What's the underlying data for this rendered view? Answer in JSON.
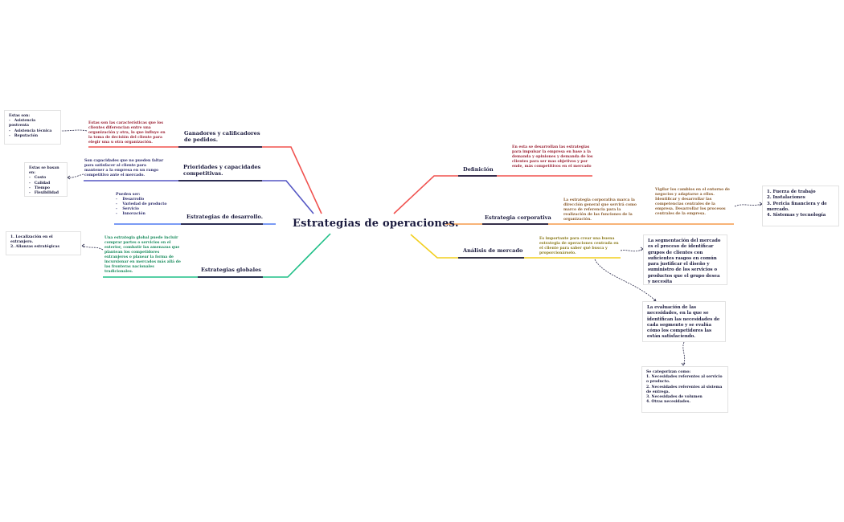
{
  "central_topic": "Estrategias de operaciones.",
  "colors": {
    "red": "#f0524f",
    "purple": "#5557c4",
    "blue": "#4f78f0",
    "green": "#1fbf87",
    "orange": "#f59a4a",
    "yellow": "#f2cf1f",
    "navy": "#1a1a3e"
  },
  "left_branches": [
    {
      "label": "Ganadores y calificadores de pedidos.",
      "note": "Estas son las características que los clientes diferencian entre una organización y otra, lo que influye en la toma de decisión del cliente para elegir una u otra organización.",
      "box": {
        "heading": "Estas son:",
        "items": [
          "Asistencia postventa",
          "Asistencia técnica",
          "Reputación"
        ]
      }
    },
    {
      "label": "Prioridades y capacidades competitivas.",
      "note": "Son capacidades que no pueden faltar para satisfacer al cliente para mantener a la empresa en un rango competitivo ante el mercado.",
      "box": {
        "heading": "Estas se basan en:",
        "items": [
          "Costo",
          "Calidad",
          "Tiempo",
          "Flexibilidad"
        ]
      }
    },
    {
      "label": "Estrategias de desarrollo.",
      "note_heading": "Pueden ser:",
      "note_items": [
        "Desarrollo",
        "Variedad de producto",
        "Servicio",
        "Innovación"
      ]
    },
    {
      "label": "Estrategias globales",
      "note": "Una estrategia global puede incluir comprar partes o servicios en el exterior, combatir las amenazas que plantean los competidores extranjeros o planear la forma de incursionar en mercados más allá de las fronteras nacionales tradicionales.",
      "box": {
        "items": [
          "1.  Localización en el extranjero.",
          "2.  Alianzas estratégicas"
        ]
      }
    }
  ],
  "right_branches": [
    {
      "label": "Definición",
      "note": "En esta se desarrollan las estrategias para impulsar la empresa en base a la demanda y opiniones y demanda de los clientes para ser mas objetivos y por ende, más competitivos en el mercado"
    },
    {
      "label": "Estrategia corporativa",
      "note": "La estrategia corporativa marca la dirección general que servirá como marco de referencia para la realización de las funciones de la organización.",
      "sub_note": "Vigilar los cambios en el entorno de negocios y adaptarse a ellos. Identificar y desarrollar las competencias centrales de la empresa. Desarrollar los procesos centrales de la empresa.",
      "box": {
        "items": [
          "1.   Fuerza de trabajo",
          "2.   Instalaciones",
          "3.   Pericia financiera y de mercado.",
          "4.   Sistemas y tecnología"
        ]
      }
    },
    {
      "label": "Análisis de mercado",
      "note": "Es importante para crear una buena estrategia de operaciones centrada en el cliente para saber qué busca y proporcionárselo.",
      "box1": "La segmentación del mercado es el proceso de identificar grupos de clientes con suficientes rasgos en común para justificar el diseño y suministro de los servicios o productos que el grupo desea y necesita",
      "box2": "La evaluación de las necesidades, en la que se identifican las necesidades de cada segmento y se evalúa cómo los competidores las están satisfaciendo.",
      "box3": {
        "heading": "Se categorizan como:",
        "items": [
          "1.   Necesidades referentes al servicio o producto.",
          "2.   Necesidades referentes al sistema de entrega.",
          "3.   Necesidades de volumen",
          "4.   Otras necesidades."
        ]
      }
    }
  ]
}
